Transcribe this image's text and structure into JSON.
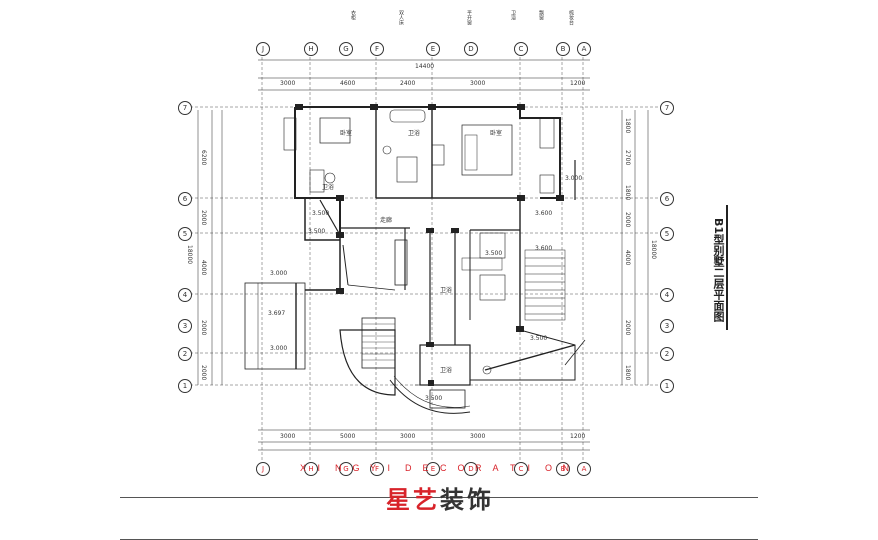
{
  "title": "B1型别墅二层平面图",
  "brand": {
    "part1": "星艺",
    "part2": "装饰"
  },
  "sub_brand_letters": [
    "X",
    "I",
    "N",
    "G",
    "Y",
    "I",
    "D",
    "E",
    "C",
    "O",
    "R",
    "A",
    "T",
    "I",
    "O",
    "N"
  ],
  "colors": {
    "accent": "#d8232a",
    "line": "#222222"
  },
  "top_axes": [
    "J",
    "H",
    "G",
    "F",
    "E",
    "D",
    "C",
    "B",
    "A"
  ],
  "left_axes": [
    "7",
    "6",
    "5",
    "4",
    "3",
    "2",
    "1"
  ],
  "right_axes": [
    "7",
    "6",
    "5",
    "4",
    "3",
    "2",
    "1"
  ],
  "top_dims_outer": [
    "14400"
  ],
  "top_dims": [
    "3000",
    "4600",
    "2400",
    "3000",
    "1200"
  ],
  "bottom_dims": [
    "3000",
    "5000",
    "3000",
    "3000",
    "1200"
  ],
  "left_dims": [
    "6200",
    "2000",
    "4000",
    "2000",
    "2000"
  ],
  "left_total": "18000",
  "right_dims": [
    "1800",
    "2700",
    "1800",
    "2000",
    "4000",
    "2000",
    "1800"
  ],
  "right_total": "18000",
  "room_labels": {
    "bed_top_left": "卧室",
    "bed_top_right": "卧室",
    "bath_top": "卫浴",
    "bath_left": "卫浴",
    "hall": "走廊",
    "bath_mid": "卫浴",
    "bath_bottom": "卫浴"
  },
  "elev_labels": [
    "3.600",
    "3.600",
    "3.500",
    "3.500",
    "3.000",
    "3.000",
    "3.697",
    "3.000",
    "3.500",
    "3.500",
    "3.500"
  ],
  "top_notes": [
    "衣柜",
    "双人床",
    "平开窗",
    "卫浴",
    "飘窗",
    "梳妆台"
  ]
}
